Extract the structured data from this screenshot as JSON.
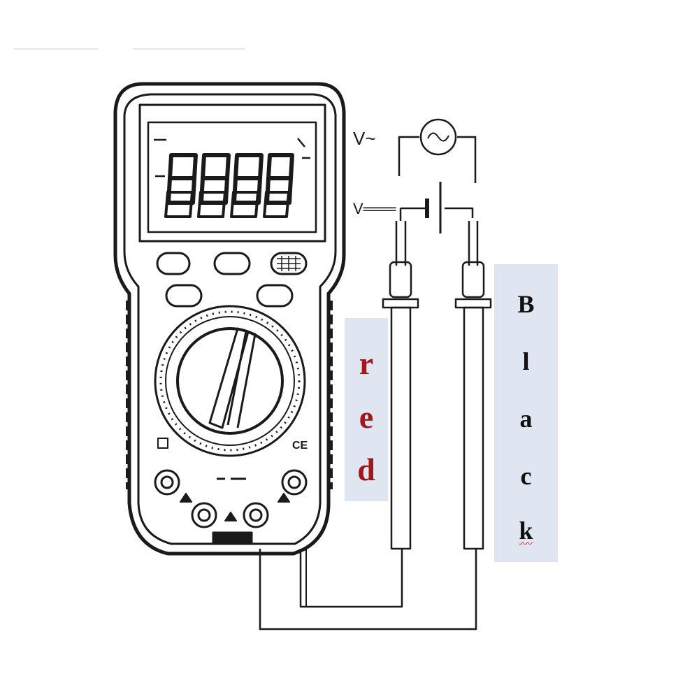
{
  "circuit": {
    "ac_source_label": "V~",
    "dc_source_label": "V═══"
  },
  "meter": {
    "display_digits": "8.8.8.8",
    "ce_mark": "CE"
  },
  "probe_labels": {
    "red": [
      "r",
      "e",
      "d"
    ],
    "black": [
      "B",
      "l",
      "a",
      "c",
      "k"
    ],
    "red_color": "#a4161a",
    "black_color": "#111111",
    "highlight_color": "#dfe6f1"
  }
}
